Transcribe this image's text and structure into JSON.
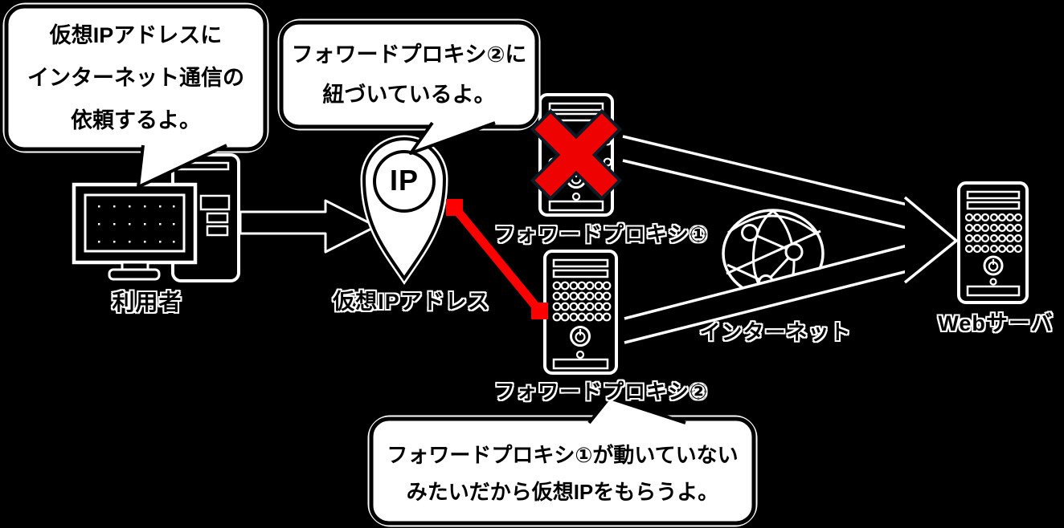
{
  "colors": {
    "background": "#000000",
    "bubble_fill": "#ffffff",
    "bubble_border": "#000000",
    "cross_red": "#ee0202",
    "link_red": "#ff0000",
    "icon_stroke": "#ffffff"
  },
  "bubbles": {
    "user_request": {
      "lines": [
        "仮想IPアドレスに",
        "インターネット通信の",
        "依頼するよ。"
      ]
    },
    "ip_binding": {
      "lines": [
        "フォワードプロキシ②に",
        "紐づいているよ。"
      ]
    },
    "proxy_fallback": {
      "lines": [
        "フォワードプロキシ①が動いていない",
        "みたいだから仮想IPをもらうよ。"
      ]
    }
  },
  "nodes": {
    "user": {
      "label": "利用者"
    },
    "virtual_ip": {
      "label": "仮想IPアドレス",
      "badge": "IP"
    },
    "proxy1": {
      "label": "フォワードプロキシ①"
    },
    "proxy2": {
      "label": "フォワードプロキシ②"
    },
    "internet": {
      "label": "インターネット"
    },
    "web_server": {
      "label": "Webサーバ"
    }
  }
}
